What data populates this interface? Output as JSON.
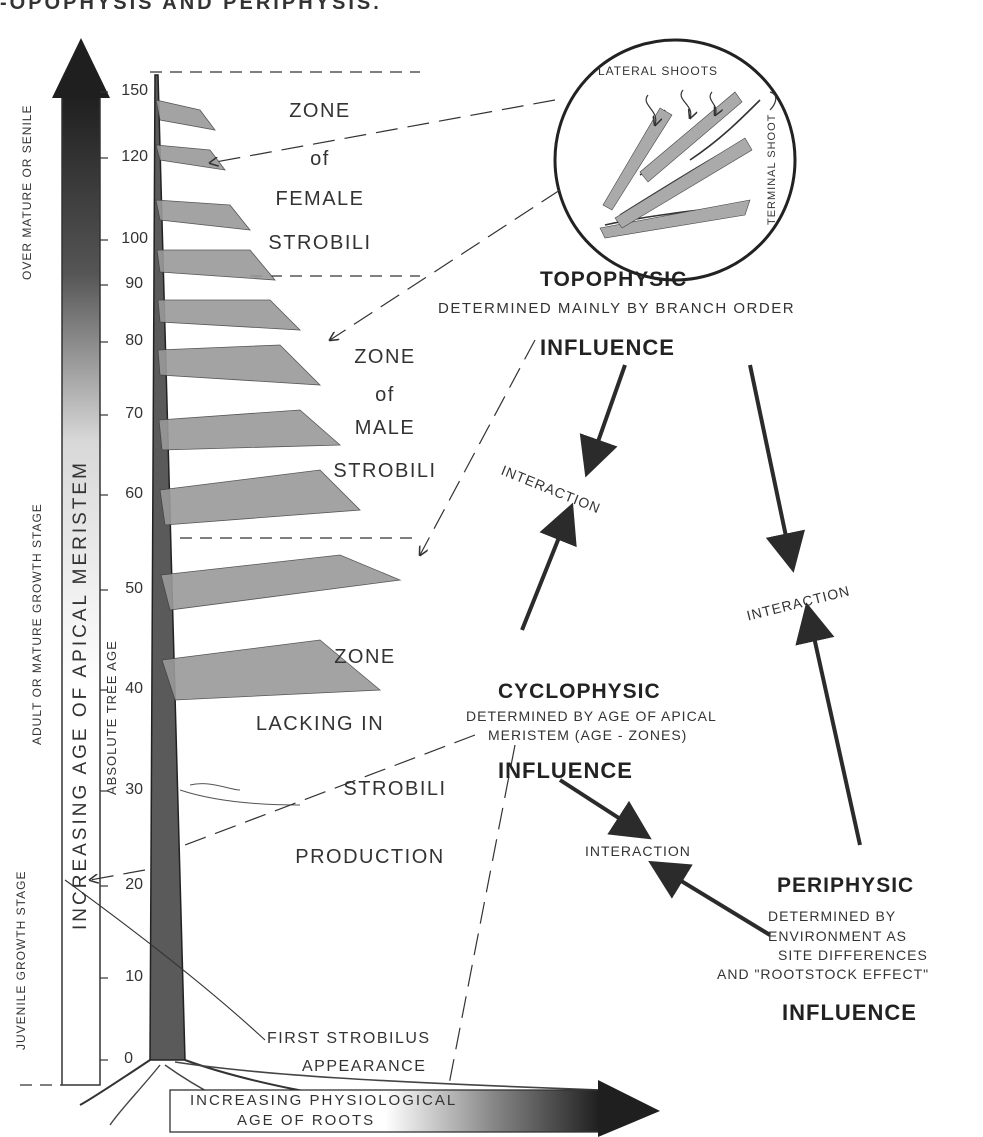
{
  "page_title": "-OPOPHYSIS AND PERIPHYSIS.",
  "axis": {
    "ticks": [
      "0",
      "10",
      "20",
      "30",
      "40",
      "50",
      "60",
      "70",
      "80",
      "90",
      "100",
      "120",
      "150"
    ],
    "left_vertical_1": "OVER MATURE OR SENILE",
    "left_vertical_2": "ADULT OR MATURE GROWTH STAGE",
    "left_vertical_3": "JUVENILE GROWTH STAGE",
    "arrow_label": "INCREASING AGE OF APICAL MERISTEM",
    "absolute_label": "ABSOLUTE TREE AGE"
  },
  "zones": {
    "female": [
      "ZONE",
      "of",
      "FEMALE",
      "STROBILI"
    ],
    "male": [
      "ZONE",
      "of",
      "MALE",
      "STROBILI"
    ],
    "lacking": [
      "ZONE",
      "LACKING IN",
      "STROBILI",
      "PRODUCTION"
    ]
  },
  "first_strobilus": [
    "FIRST STROBILUS",
    "APPEARANCE"
  ],
  "inset": {
    "lateral": "LATERAL SHOOTS",
    "terminal": "TERMINAL SHOOT"
  },
  "topophysic": {
    "title": "TOPOPHYSIC",
    "desc": "DETERMINED MAINLY BY BRANCH ORDER",
    "influence": "INFLUENCE"
  },
  "cyclophysic": {
    "title": "CYCLOPHYSIC",
    "desc1": "DETERMINED BY AGE OF APICAL",
    "desc2": "MERISTEM (AGE - ZONES)",
    "influence": "INFLUENCE"
  },
  "periphysic": {
    "title": "PERIPHYSIC",
    "desc1": "DETERMINED BY",
    "desc2": "ENVIRONMENT AS",
    "desc3": "SITE DIFFERENCES",
    "desc4": "AND \"ROOTSTOCK EFFECT\"",
    "influence": "INFLUENCE"
  },
  "interactions": [
    "INTERACTION",
    "INTERACTION",
    "INTERACTION"
  ],
  "roots_arrow": [
    "INCREASING PHYSIOLOGICAL",
    "AGE OF ROOTS"
  ],
  "colors": {
    "ink": "#2b2b2b",
    "arrow_dark": "#262626",
    "paper": "#ffffff"
  }
}
